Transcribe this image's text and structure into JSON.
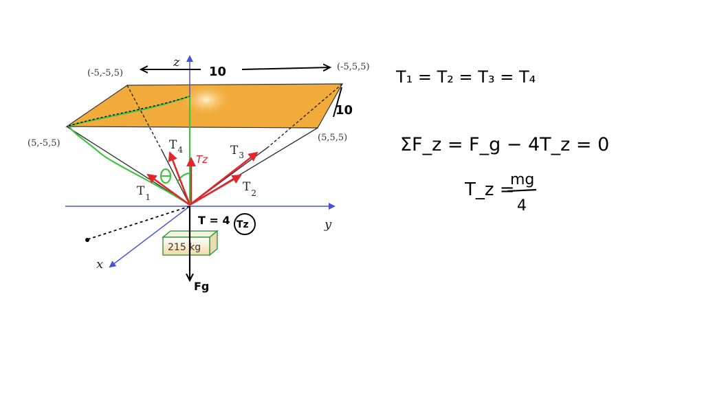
{
  "diagram": {
    "axes": {
      "z": "z",
      "y": "y",
      "x": "x"
    },
    "corners": {
      "back_left": "(-5,-5,5)",
      "back_right": "(-5,5,5)",
      "front_left": "(5,-5,5)",
      "front_right": "(5,5,5)"
    },
    "tensions": {
      "t1": "T",
      "t1_sub": "1",
      "t2": "T",
      "t2_sub": "2",
      "t3": "T",
      "t3_sub": "3",
      "t4": "T",
      "t4_sub": "4"
    },
    "mass_label": "215 kg",
    "annotations": {
      "width_dim": "10",
      "depth_dim": "10",
      "tz_label": "Tz",
      "theta": "θ",
      "t_relation": "T = 4",
      "tz_circled": "Tz",
      "fg": "Fg"
    }
  },
  "equations": {
    "eq1": "T₁ = T₂ = T₃ = T₄",
    "eq2": "ΣF_z = F_g − 4T_z = 0",
    "eq3_lhs": "T_z =",
    "eq3_num": "mg",
    "eq3_den": "4"
  },
  "colors": {
    "plate": "#f2ab3a",
    "axis": "#4a52d6",
    "tension_arrow": "#e2262b",
    "annotation_green": "#3cc23c",
    "ink": "#000000"
  }
}
